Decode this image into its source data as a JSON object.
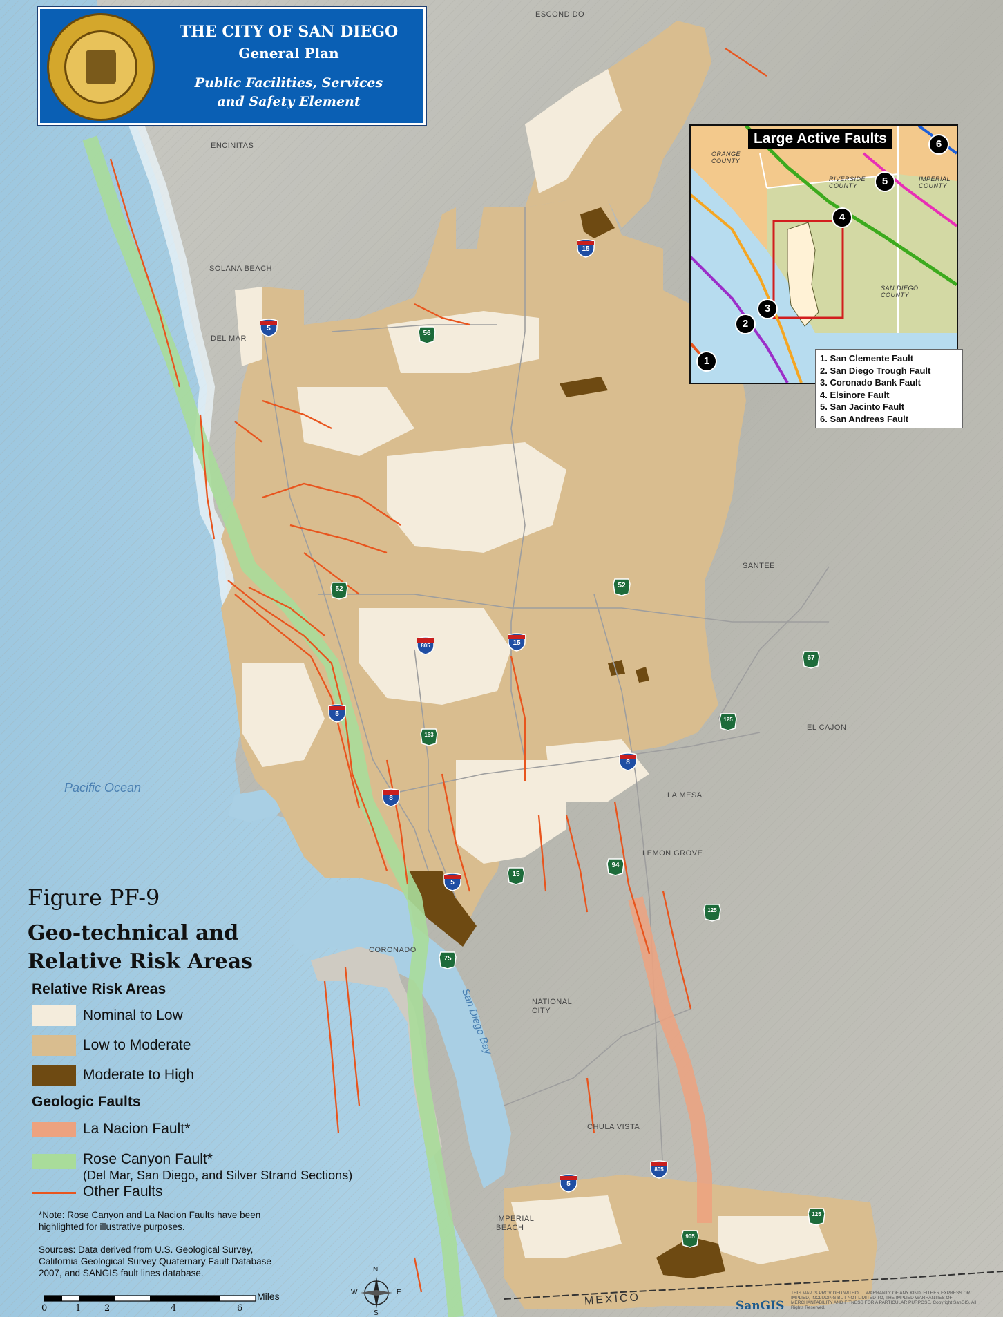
{
  "title": {
    "city": "THE CITY OF SAN DIEGO",
    "plan": "General Plan",
    "element_line1": "Public Facilities, Services",
    "element_line2": "and Safety Element"
  },
  "figure": {
    "number": "Figure PF-9",
    "title_line1": "Geo-technical and",
    "title_line2": "Relative Risk Areas"
  },
  "place_labels": {
    "escondido": "ESCONDIDO",
    "encinitas": "ENCINITAS",
    "solana_beach": "SOLANA BEACH",
    "del_mar": "DEL MAR",
    "santee": "SANTEE",
    "el_cajon": "EL CAJON",
    "la_mesa": "LA MESA",
    "lemon_grove": "LEMON GROVE",
    "coronado": "CORONADO",
    "national_city": "NATIONAL CITY",
    "chula_vista": "CHULA VISTA",
    "imperial_beach": "IMPERIAL BEACH",
    "mexico": "MEXICO",
    "pacific_ocean": "Pacific Ocean",
    "san_diego_bay": "San Diego Bay"
  },
  "highways": [
    {
      "id": "15",
      "type": "interstate"
    },
    {
      "id": "5",
      "type": "interstate"
    },
    {
      "id": "56",
      "type": "state"
    },
    {
      "id": "52",
      "type": "state"
    },
    {
      "id": "52",
      "type": "state"
    },
    {
      "id": "805",
      "type": "interstate"
    },
    {
      "id": "15",
      "type": "interstate"
    },
    {
      "id": "67",
      "type": "state"
    },
    {
      "id": "5",
      "type": "interstate"
    },
    {
      "id": "125",
      "type": "state"
    },
    {
      "id": "163",
      "type": "state"
    },
    {
      "id": "8",
      "type": "interstate"
    },
    {
      "id": "8",
      "type": "interstate"
    },
    {
      "id": "94",
      "type": "state"
    },
    {
      "id": "15",
      "type": "state"
    },
    {
      "id": "5",
      "type": "interstate"
    },
    {
      "id": "125",
      "type": "state"
    },
    {
      "id": "75",
      "type": "state"
    },
    {
      "id": "5",
      "type": "interstate"
    },
    {
      "id": "805",
      "type": "interstate"
    },
    {
      "id": "905",
      "type": "state"
    },
    {
      "id": "125",
      "type": "state"
    }
  ],
  "inset": {
    "title": "Large Active Faults",
    "counties": {
      "orange": "ORANGE COUNTY",
      "riverside": "RIVERSIDE COUNTY",
      "imperial": "IMPERIAL COUNTY",
      "san_diego": "SAN DIEGO COUNTY"
    },
    "markers": [
      "1",
      "2",
      "3",
      "4",
      "5",
      "6"
    ],
    "faults": [
      "1. San Clemente Fault",
      "2. San Diego Trough Fault",
      "3. Coronado Bank Fault",
      "4. Elsinore Fault",
      "5. San Jacinto Fault",
      "6. San Andreas Fault"
    ],
    "fault_colors": [
      "#e8551e",
      "#9b2fc9",
      "#f5a623",
      "#3caa1e",
      "#e82fb5",
      "#1e5fd8"
    ]
  },
  "legend": {
    "risk_heading": "Relative Risk Areas",
    "risk_items": [
      {
        "label": "Nominal to Low",
        "color": "#f4ecdc"
      },
      {
        "label": "Low to Moderate",
        "color": "#d9bd8f"
      },
      {
        "label": "Moderate to High",
        "color": "#6e4a12"
      }
    ],
    "faults_heading": "Geologic Faults",
    "fault_items": [
      {
        "label": "La Nacion Fault*",
        "sub": "",
        "color": "#eda27f"
      },
      {
        "label": "Rose Canyon Fault*",
        "sub": "(Del Mar, San Diego, and Silver Strand Sections)",
        "color": "#a9dc9a"
      },
      {
        "label": "Other Faults",
        "sub": "",
        "color": "#e8551e"
      }
    ]
  },
  "notes": {
    "note_line1": "*Note:  Rose Canyon and La Nacion Faults have been",
    "note_line2": "highlighted for illustrative purposes.",
    "sources_line1": "Sources:  Data derived from U.S. Geological Survey,",
    "sources_line2": "California Geological Survey Quaternary Fault Database",
    "sources_line3": "2007, and SANGIS fault lines database."
  },
  "scale": {
    "unit": "Miles",
    "ticks": [
      "0",
      "1",
      "2",
      "4",
      "6"
    ]
  },
  "compass": {
    "n": "N",
    "s": "S",
    "e": "E",
    "w": "W"
  },
  "credit": {
    "logo": "SanGIS",
    "disclaimer": "THIS MAP IS PROVIDED WITHOUT WARRANTY OF ANY KIND, EITHER EXPRESS OR IMPLIED, INCLUDING BUT NOT LIMITED TO, THE IMPLIED WARRANTIES OF MERCHANTABILITY AND FITNESS FOR A PARTICULAR PURPOSE. Copyright SanGIS. All Rights Reserved."
  }
}
